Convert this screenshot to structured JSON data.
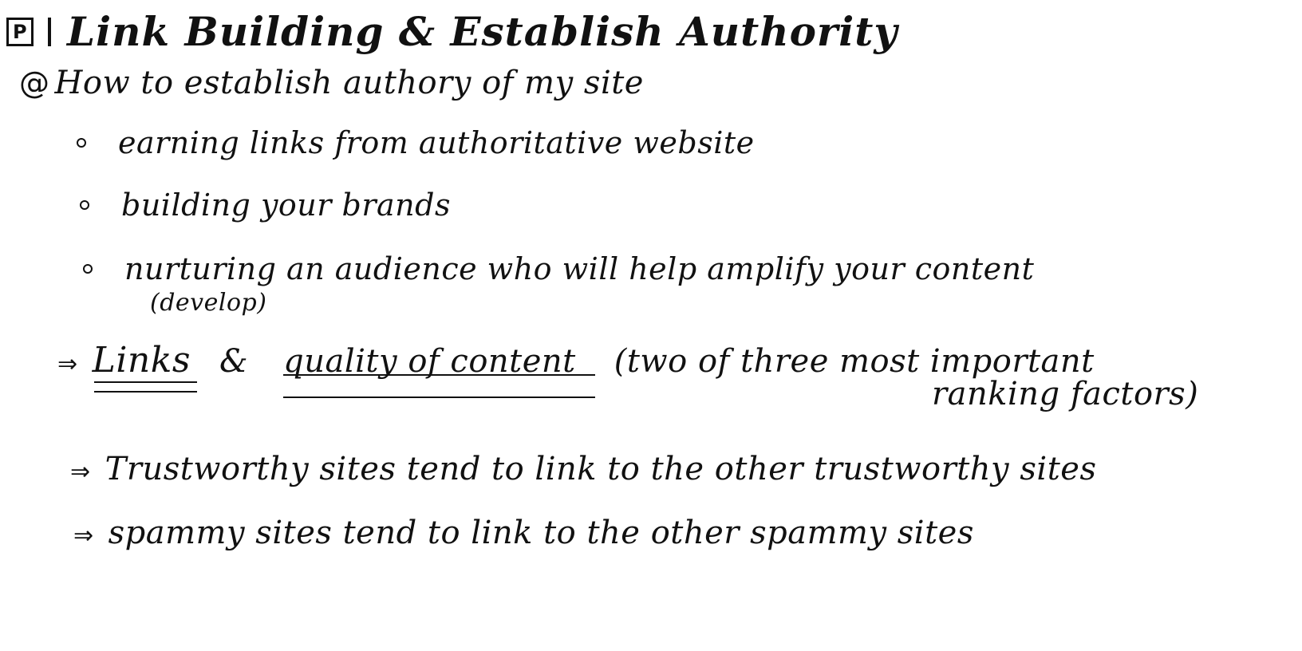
{
  "title": {
    "box_glyph": "P",
    "text": "Link Building & Establish Authority"
  },
  "section": {
    "marker": "@",
    "heading": "How to establish authory of my site"
  },
  "bullets": [
    "earning links from authoritative website",
    "building your brands",
    "nurturing an audience who will help amplify your content"
  ],
  "bullet_note": "(develop)",
  "conclusion": {
    "arrow": "⇒",
    "links": "Links",
    "amp": "&",
    "quality": "quality of content",
    "paren": "(two of three most important",
    "paren_cont": "ranking factors)"
  },
  "statements": [
    {
      "arrow": "⇒",
      "text": "Trustworthy sites tend to link to the other trustworthy sites"
    },
    {
      "arrow": "⇒",
      "text": "spammy sites tend to link to the other spammy sites"
    }
  ]
}
